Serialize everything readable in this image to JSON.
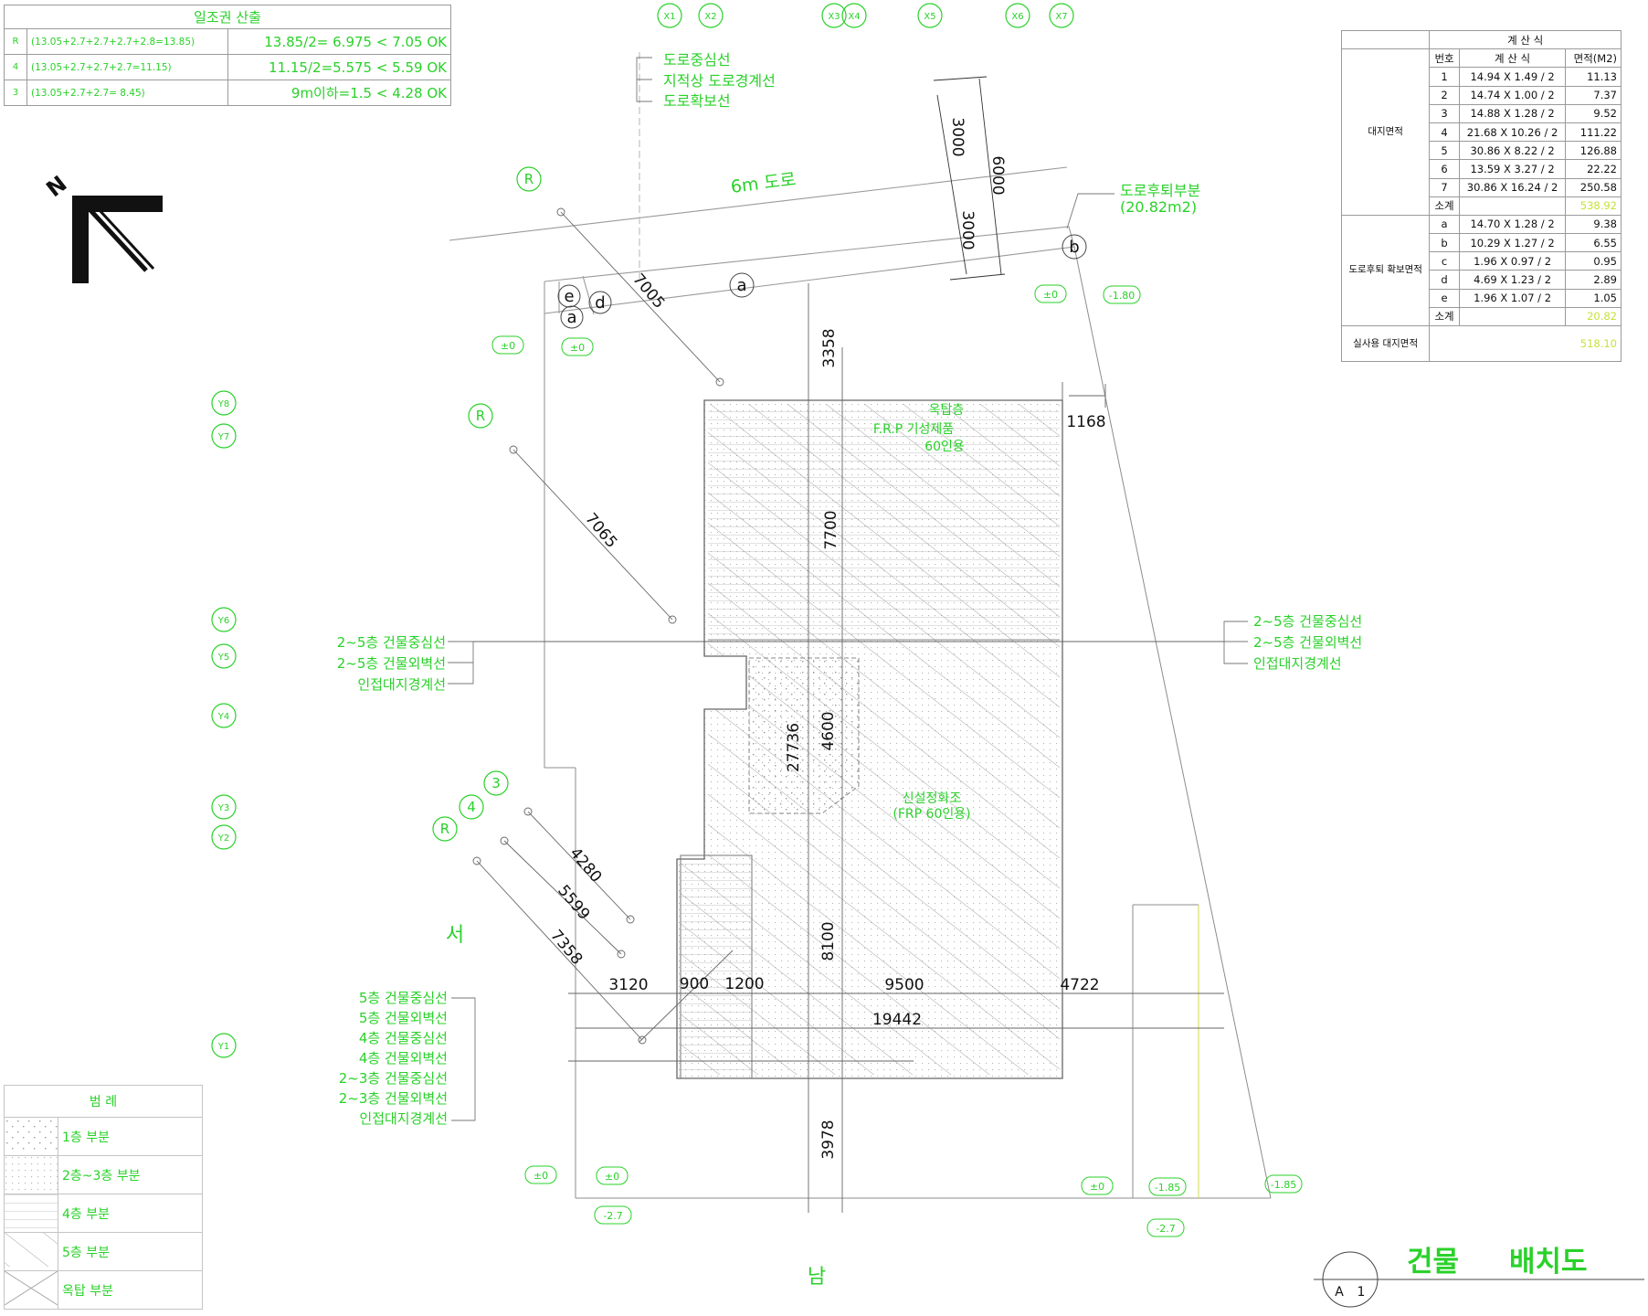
{
  "sunlight": {
    "title": "일조권 산출",
    "rows": [
      {
        "label": "R",
        "formula": "(13.05+2.7+2.7+2.7+2.8=13.85)",
        "result": "13.85/2= 6.975 < 7.05 OK"
      },
      {
        "label": "4",
        "formula": "(13.05+2.7+2.7+2.7=11.15)",
        "result": "11.15/2=5.575 < 5.59 OK"
      },
      {
        "label": "3",
        "formula": "(13.05+2.7+2.7= 8.45)",
        "result": "9m이하=1.5 < 4.28 OK"
      }
    ]
  },
  "calc_table": {
    "header": "계 산 식",
    "col_no": "번호",
    "col_formula": "계 산 식",
    "col_area": "면적(M2)",
    "site_label": "대지면적",
    "site_rows": [
      {
        "no": "1",
        "formula": "14.94 X 1.49 / 2",
        "area": "11.13"
      },
      {
        "no": "2",
        "formula": "14.74 X 1.00 / 2",
        "area": "7.37"
      },
      {
        "no": "3",
        "formula": "14.88 X 1.28 / 2",
        "area": "9.52"
      },
      {
        "no": "4",
        "formula": "21.68 X 10.26 / 2",
        "area": "111.22"
      },
      {
        "no": "5",
        "formula": "30.86 X 8.22 / 2",
        "area": "126.88"
      },
      {
        "no": "6",
        "formula": "13.59 X 3.27 / 2",
        "area": "22.22"
      },
      {
        "no": "7",
        "formula": "30.86 X 16.24 / 2",
        "area": "250.58"
      }
    ],
    "subtotal_label": "소계",
    "site_subtotal": "538.92",
    "road_label": "도로후퇴 확보면적",
    "road_rows": [
      {
        "no": "a",
        "formula": "14.70 X 1.28 / 2",
        "area": "9.38"
      },
      {
        "no": "b",
        "formula": "10.29 X 1.27 / 2",
        "area": "6.55"
      },
      {
        "no": "c",
        "formula": "1.96 X 0.97 / 2",
        "area": "0.95"
      },
      {
        "no": "d",
        "formula": "4.69 X 1.23 / 2",
        "area": "2.89"
      },
      {
        "no": "e",
        "formula": "1.96 X 1.07 / 2",
        "area": "1.05"
      }
    ],
    "road_subtotal": "20.82",
    "net_label": "실사용 대지면적",
    "net_value": "518.10"
  },
  "legend": {
    "title": "범       례",
    "items": [
      "1층 부분",
      "2층~3층 부분",
      "4층 부분",
      "5층 부분",
      "옥탑 부분"
    ]
  },
  "road": {
    "name": "6m 도로",
    "lines": [
      "도로중심선",
      "지적상 도로경계선",
      "도로확보선"
    ],
    "setback_note": "도로후퇴부분",
    "setback_area": "(20.82m2)",
    "setback_letters": [
      "a",
      "b",
      "e",
      "a",
      "d"
    ]
  },
  "grid": {
    "top": [
      "X1",
      "X2",
      "X3",
      "X4",
      "X5",
      "X6",
      "X7"
    ],
    "left": [
      "Y8",
      "Y7",
      "Y6",
      "Y5",
      "Y4",
      "Y3",
      "Y2",
      "Y1"
    ],
    "sun_marks": [
      "R",
      "R",
      "R",
      "4",
      "3"
    ]
  },
  "annotations": {
    "left_group1": [
      "2~5층 건물중심선",
      "2~5층 건물외벽선",
      "인접대지경계선"
    ],
    "right_group": [
      "2~5층 건물중심선",
      "2~5층 건물외벽선",
      "인접대지경계선"
    ],
    "left_group2": [
      "5층 건물중심선",
      "5층 건물외벽선",
      "4층 건물중심선",
      "4층 건물외벽선",
      "2~3층 건물중심선",
      "2~3층 건물외벽선",
      "인접대지경계선"
    ],
    "roof_note": [
      "옥탑층",
      "F.R.P 기성제품",
      "60인용"
    ],
    "core_note": [
      "신설정화조",
      "(FRP 60인용)"
    ],
    "west": "서",
    "south": "남",
    "north": "N"
  },
  "dimensions": {
    "road_3000a": "3000",
    "road_3000b": "3000",
    "road_6000": "6000",
    "d7005": "7005",
    "d7065": "7065",
    "d3358": "3358",
    "d1168": "1168",
    "d7700": "7700",
    "d4600": "4600",
    "d27736": "27736",
    "d8100": "8100",
    "d3978": "3978",
    "d4280": "4280",
    "d5599": "5599",
    "d7358": "7358",
    "d3120": "3120",
    "d900": "900",
    "d1200": "1200",
    "d9500": "9500",
    "d4722": "4722",
    "d19442": "19442"
  },
  "levels": {
    "l1": "±0",
    "l2": "±0",
    "l3": "±0",
    "l4": "-1.80",
    "l5": "±0",
    "l6": "±0",
    "l7": "-2.7",
    "l8": "±0",
    "l9": "-1.85",
    "l10": "-1.85",
    "l11": "-2.7"
  },
  "drawing": {
    "title_part1": "건물",
    "title_part2": "배치도",
    "number": "1",
    "sheet": "A"
  }
}
